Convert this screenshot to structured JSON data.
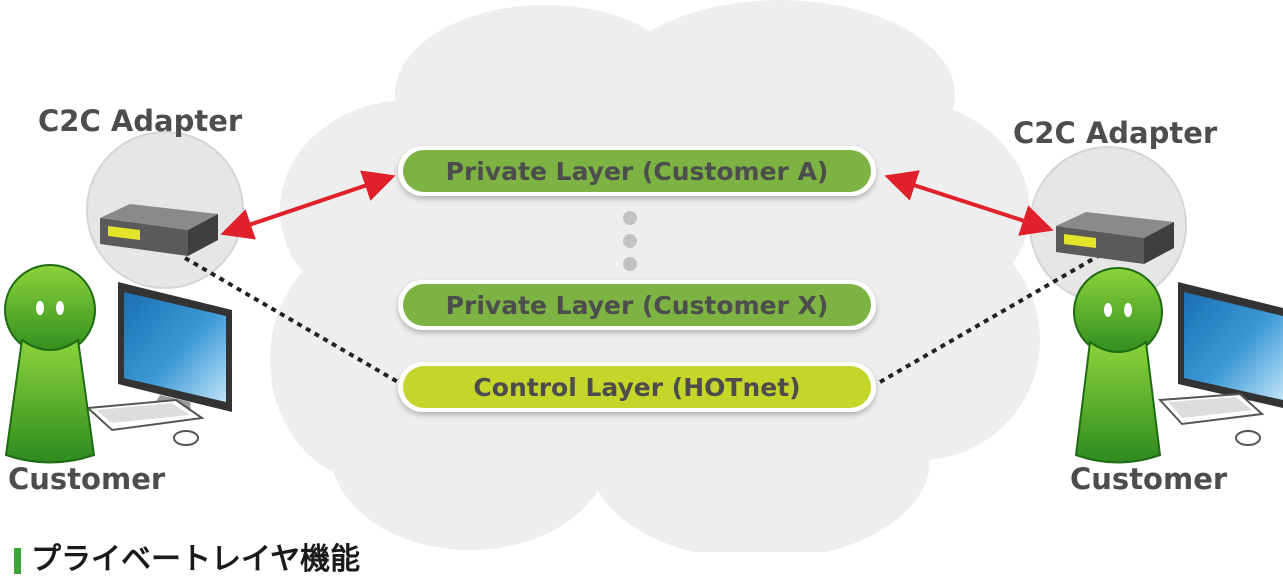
{
  "left": {
    "adapter_label": "C2C Adapter",
    "customer_label": "Customer"
  },
  "right": {
    "adapter_label": "C2C Adapter",
    "customer_label": "Customer"
  },
  "layers": {
    "private_a": "Private Layer (Customer A)",
    "private_x": "Private Layer (Customer X)",
    "control": "Control Layer (HOTnet)"
  },
  "caption": "プライベートレイヤ機能",
  "colors": {
    "private_layer": "#7cb342",
    "control_layer": "#c5d62a",
    "arrow": "#e0202a",
    "cloud": "#eeeeee",
    "person": "#5cb81f",
    "label_text": "#4d4d4d"
  },
  "icons": {
    "cloud": "cloud-icon",
    "adapter": "router-icon",
    "person": "person-icon",
    "monitor": "monitor-icon"
  }
}
